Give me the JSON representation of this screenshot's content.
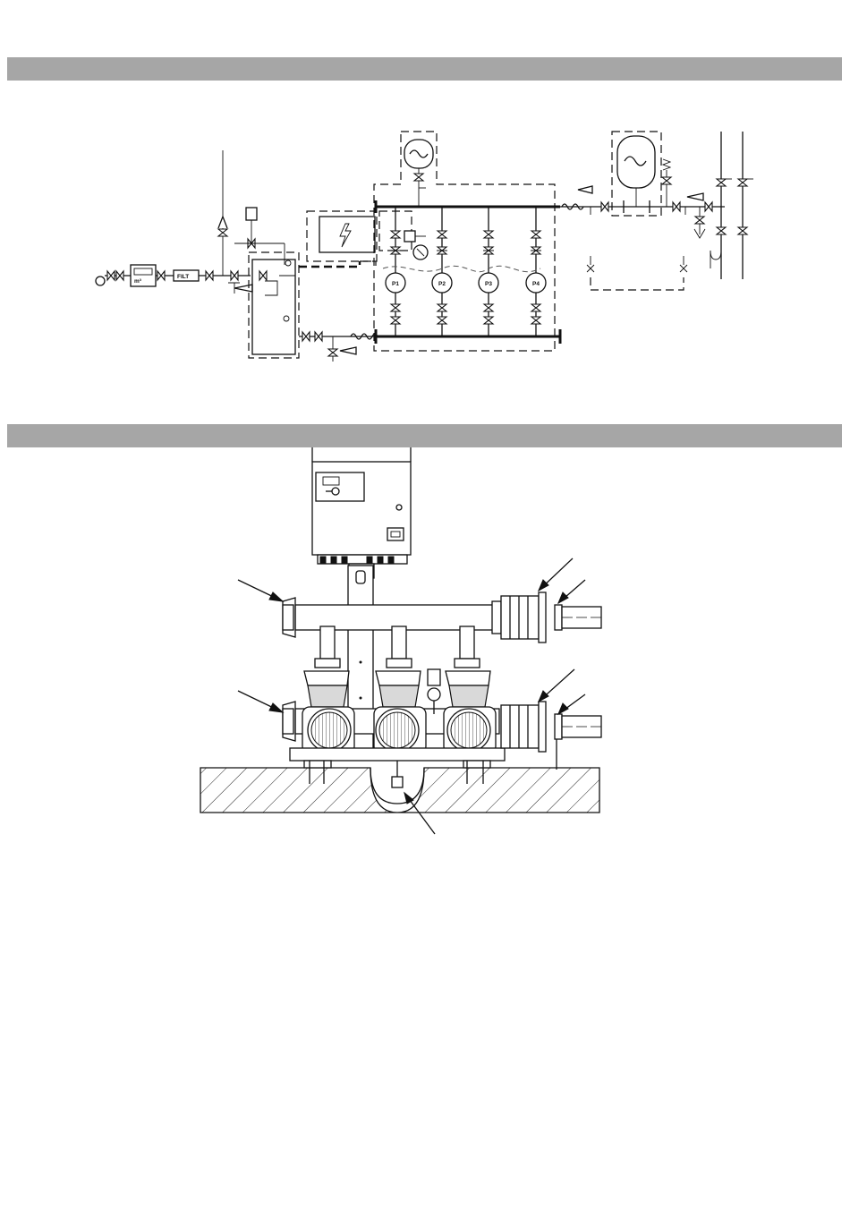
{
  "section_bars": [
    "",
    ""
  ],
  "schematic": {
    "pump_labels": [
      "P1",
      "P2",
      "P3",
      "P4"
    ],
    "filter_label": "FILT"
  },
  "colors": {
    "section_bar": "#a6a6a6",
    "line": "#111111",
    "background": "#ffffff"
  },
  "icons": [
    "lightning-icon",
    "pressure-gauge-icon",
    "pump-symbol-icon",
    "valve-icon"
  ]
}
